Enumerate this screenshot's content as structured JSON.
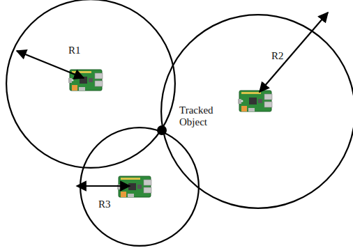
{
  "diagram": {
    "nodes": [
      {
        "text": [
          "R1"
        ]
      },
      {
        "text": [
          "R2"
        ]
      },
      {
        "text": [
          "R3"
        ]
      }
    ],
    "labels": [
      "Tracked Object"
    ]
  }
}
